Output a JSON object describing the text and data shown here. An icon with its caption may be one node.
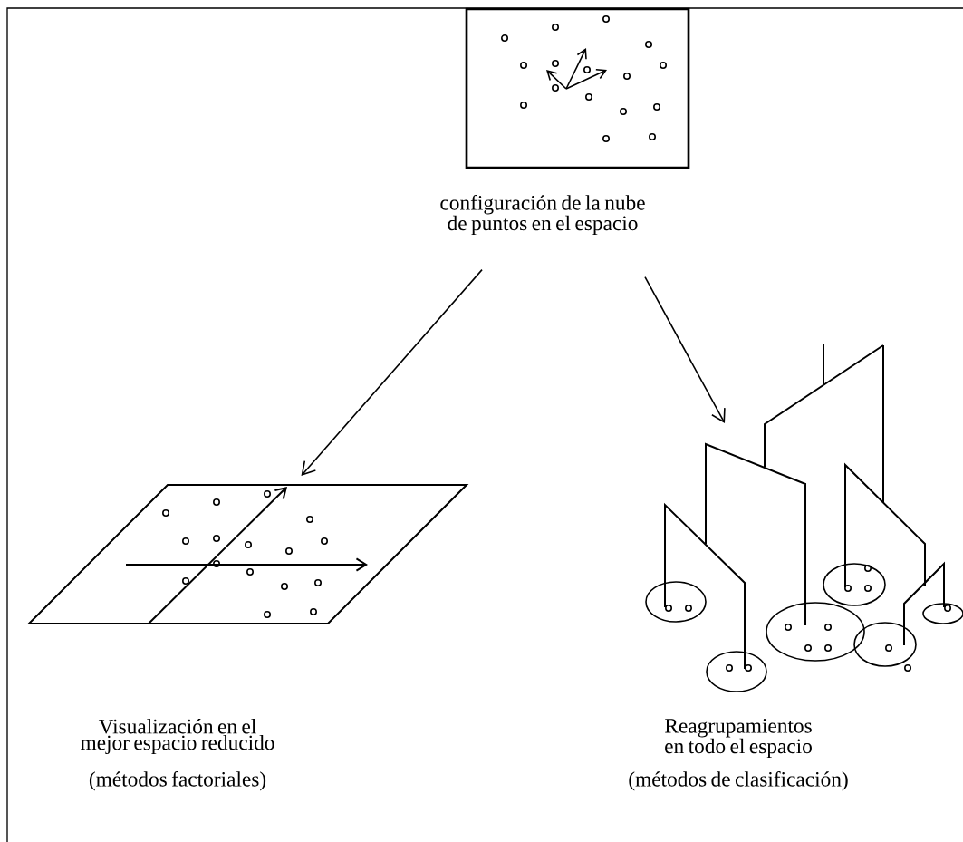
{
  "diagram": {
    "nodes": [
      {
        "text": [
          "configuración de la nube de puntos en el espacio"
        ]
      },
      {
        "text": [],
        "shape": "picture",
        "beside": [
          "Visualización en el mejor espacio reducido",
          "(métodos factoriales)"
        ]
      },
      {
        "text": [],
        "shape": "picture",
        "beside": [
          "Reagrupamientos en todo el espacio",
          "(métodos de clasificación)"
        ]
      }
    ],
    "edges": [
      {
        "from": 0,
        "to": 1,
        "arrow": "to"
      },
      {
        "from": 0,
        "to": 2,
        "arrow": "to"
      }
    ]
  }
}
